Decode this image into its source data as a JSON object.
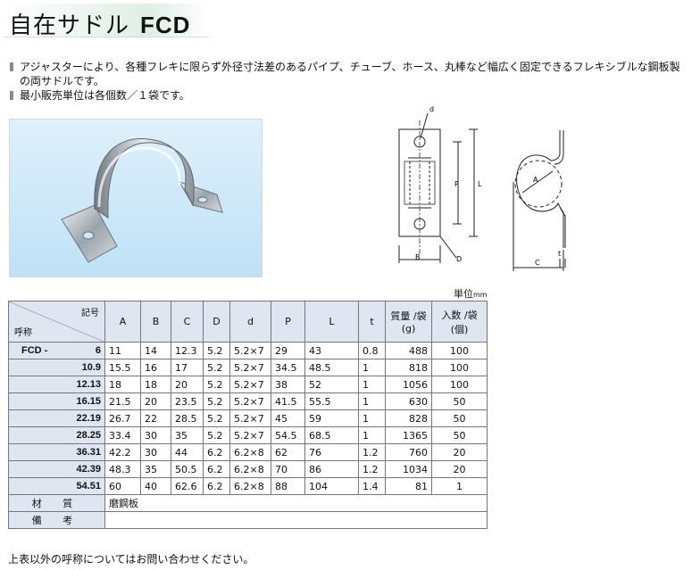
{
  "title": {
    "name": "自在サドル",
    "model": "FCD"
  },
  "bullets": [
    "アジャスターにより、各種フレキに限らず外径寸法差のあるパイプ、チューブ、ホース、丸棒など幅広く固定できるフレキシブルな鋼板製の両サドルです。",
    "最小販売単位は各個数／１袋です。"
  ],
  "drawing_labels": {
    "d": "d",
    "P": "P",
    "L": "L",
    "B": "B",
    "D": "D",
    "A": "A",
    "C": "C",
    "t": "t"
  },
  "unit": {
    "label": "単位",
    "unit": "mm"
  },
  "table": {
    "corner_top": "記号",
    "corner_bottom": "呼称",
    "headers": [
      "A",
      "B",
      "C",
      "D",
      "d",
      "P",
      "L",
      "t",
      "質量 /袋\n(g)",
      "入数 /袋\n(個)"
    ],
    "prefix": "FCD -",
    "rows": [
      {
        "name": "6",
        "cells": [
          "11",
          "14",
          "12.3",
          "5.2",
          "5.2×7",
          "29",
          "43",
          "0.8",
          "488",
          "100"
        ]
      },
      {
        "name": "10.9",
        "cells": [
          "15.5",
          "16",
          "17",
          "5.2",
          "5.2×7",
          "34.5",
          "48.5",
          "1",
          "818",
          "100"
        ]
      },
      {
        "name": "12.13",
        "cells": [
          "18",
          "18",
          "20",
          "5.2",
          "5.2×7",
          "38",
          "52",
          "1",
          "1056",
          "100"
        ]
      },
      {
        "name": "16.15",
        "cells": [
          "21.5",
          "20",
          "23.5",
          "5.2",
          "5.2×7",
          "41.5",
          "55.5",
          "1",
          "630",
          "50"
        ]
      },
      {
        "name": "22.19",
        "cells": [
          "26.7",
          "22",
          "28.5",
          "5.2",
          "5.2×7",
          "45",
          "59",
          "1",
          "828",
          "50"
        ]
      },
      {
        "name": "28.25",
        "cells": [
          "33.4",
          "30",
          "35",
          "5.2",
          "5.2×7",
          "54.5",
          "68.5",
          "1",
          "1365",
          "50"
        ]
      },
      {
        "name": "36.31",
        "cells": [
          "42.2",
          "30",
          "44",
          "6.2",
          "6.2×8",
          "62",
          "76",
          "1.2",
          "760",
          "20"
        ]
      },
      {
        "name": "42.39",
        "cells": [
          "48.3",
          "35",
          "50.5",
          "6.2",
          "6.2×8",
          "70",
          "86",
          "1.2",
          "1034",
          "20"
        ]
      },
      {
        "name": "54.51",
        "cells": [
          "60",
          "40",
          "62.6",
          "6.2",
          "6.2×8",
          "88",
          "104",
          "1.4",
          "81",
          "1"
        ]
      }
    ],
    "material_label": "材 質",
    "material_value": "磨鋼板",
    "remarks_label": "備 考",
    "remarks_value": ""
  },
  "footnote": "上表以外の呼称についてはお問い合わせください。",
  "colors": {
    "header_bg": "#dfe6f1",
    "title_tint": "#dfeee6",
    "photo_bg": "#bfe1f6"
  }
}
